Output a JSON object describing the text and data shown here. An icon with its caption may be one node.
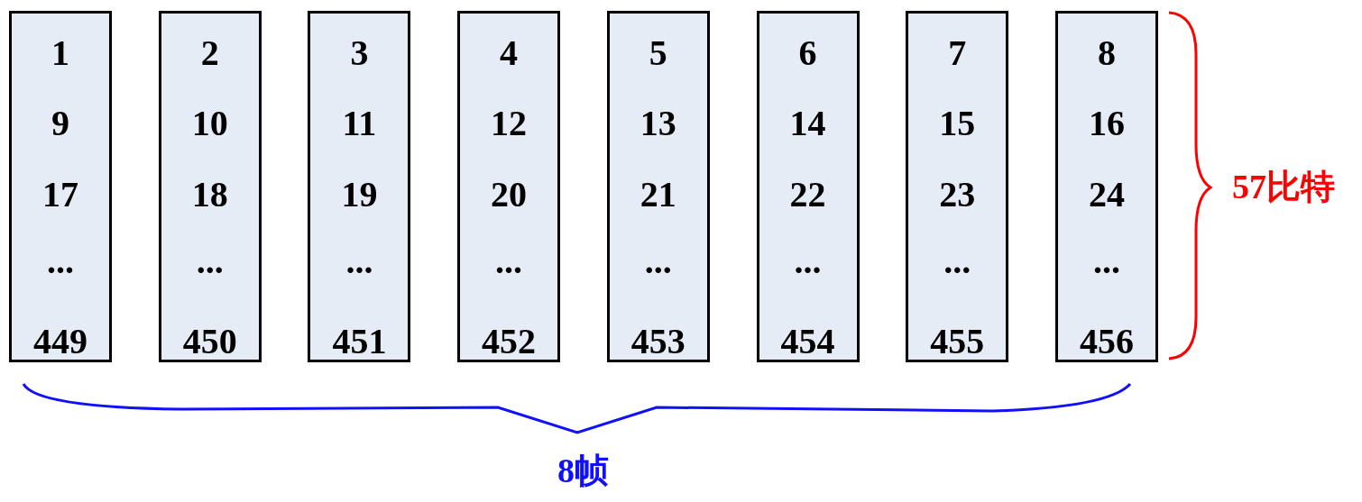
{
  "diagram": {
    "nodes": [
      {
        "text": [
          "1",
          "9",
          "17",
          "...",
          "449"
        ]
      },
      {
        "text": [
          "2",
          "10",
          "18",
          "...",
          "450"
        ]
      },
      {
        "text": [
          "3",
          "11",
          "19",
          "...",
          "451"
        ]
      },
      {
        "text": [
          "4",
          "12",
          "20",
          "...",
          "452"
        ]
      },
      {
        "text": [
          "5",
          "13",
          "21",
          "...",
          "453"
        ]
      },
      {
        "text": [
          "6",
          "14",
          "22",
          "...",
          "454"
        ]
      },
      {
        "text": [
          "7",
          "15",
          "23",
          "...",
          "455"
        ]
      },
      {
        "text": [
          "8",
          "16",
          "24",
          "...",
          "456"
        ]
      }
    ],
    "edges": [],
    "labels": [
      "57比特",
      "8帧"
    ]
  }
}
